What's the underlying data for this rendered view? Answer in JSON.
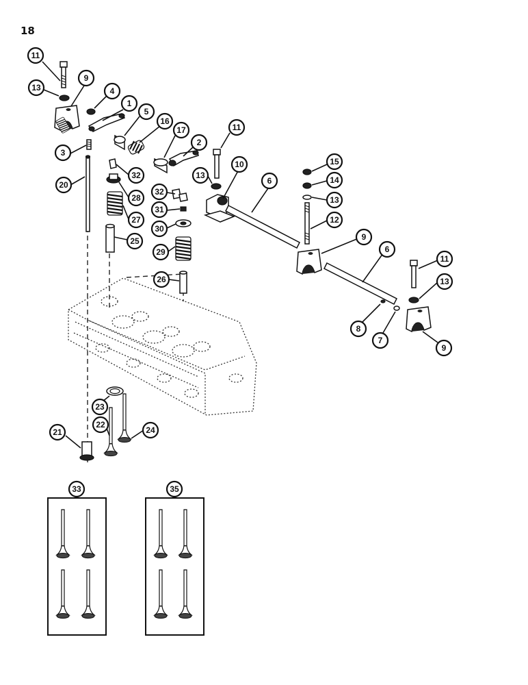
{
  "page": {
    "number": "18"
  },
  "callouts": {
    "c1": "1",
    "c2": "2",
    "c3": "3",
    "c4": "4",
    "c5": "5",
    "c6a": "6",
    "c6b": "6",
    "c7": "7",
    "c8": "8",
    "c9a": "9",
    "c9b": "9",
    "c9c": "9",
    "c10": "10",
    "c11a": "11",
    "c11b": "11",
    "c11c": "11",
    "c12": "12",
    "c13a": "13",
    "c13b": "13",
    "c13c": "13",
    "c13d": "13",
    "c14": "14",
    "c15": "15",
    "c16": "16",
    "c17": "17",
    "c20": "20",
    "c21": "21",
    "c22": "22",
    "c23": "23",
    "c24": "24",
    "c25": "25",
    "c26": "26",
    "c27": "27",
    "c28": "28",
    "c29": "29",
    "c30": "30",
    "c31": "31",
    "c32a": "32",
    "c32b": "32",
    "c33": "33",
    "c35": "35"
  }
}
